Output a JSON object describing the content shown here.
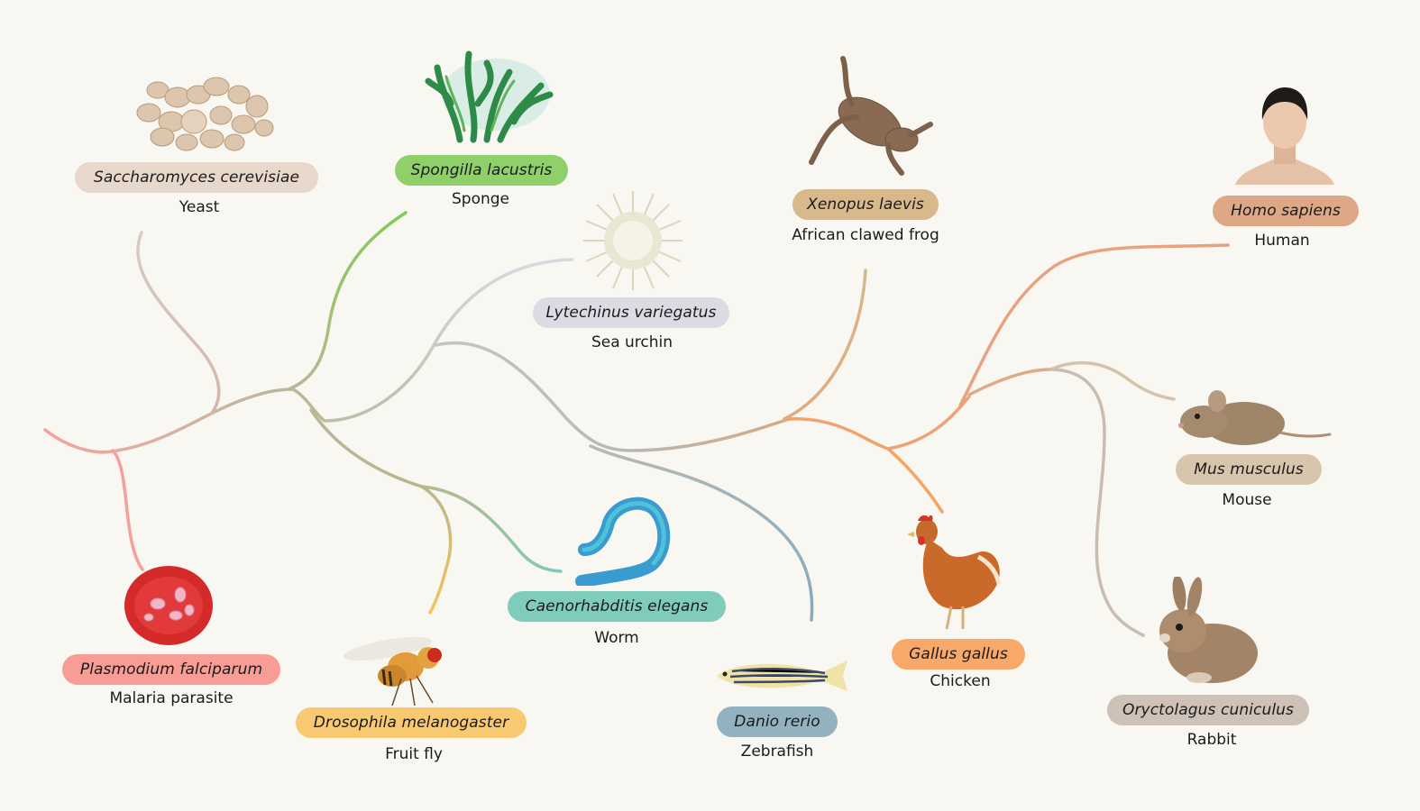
{
  "diagram": {
    "type": "phylogenetic-tree",
    "background": "#f9f7f2",
    "organisms": [
      {
        "id": "yeast",
        "scientific_name": "Saccharomyces cerevisiae",
        "common_name": "Yeast",
        "pill_color": "#e8d8cc",
        "icon": "yeast-cells-icon"
      },
      {
        "id": "sponge",
        "scientific_name": "Spongilla lacustris",
        "common_name": "Sponge",
        "pill_color": "#8fd06a",
        "icon": "sponge-icon"
      },
      {
        "id": "sea-urchin",
        "scientific_name": "Lytechinus variegatus",
        "common_name": "Sea urchin",
        "pill_color": "#dcdbe3",
        "icon": "sea-urchin-icon"
      },
      {
        "id": "frog",
        "scientific_name": "Xenopus laevis",
        "common_name": "African clawed frog",
        "pill_color": "#d8b98c",
        "icon": "frog-icon"
      },
      {
        "id": "human",
        "scientific_name": "Homo sapiens",
        "common_name": "Human",
        "pill_color": "#dea785",
        "icon": "human-icon"
      },
      {
        "id": "mouse",
        "scientific_name": "Mus musculus",
        "common_name": "Mouse",
        "pill_color": "#d8c6ac",
        "icon": "mouse-icon"
      },
      {
        "id": "rabbit",
        "scientific_name": "Oryctolagus cuniculus",
        "common_name": "Rabbit",
        "pill_color": "#cec2b8",
        "icon": "rabbit-icon"
      },
      {
        "id": "chicken",
        "scientific_name": "Gallus gallus",
        "common_name": "Chicken",
        "pill_color": "#f8a868",
        "icon": "chicken-icon"
      },
      {
        "id": "zebrafish",
        "scientific_name": "Danio rerio",
        "common_name": "Zebrafish",
        "pill_color": "#92b2c0",
        "icon": "zebrafish-icon"
      },
      {
        "id": "worm",
        "scientific_name": "Caenorhabditis elegans",
        "common_name": "Worm",
        "pill_color": "#7fcbbc",
        "icon": "worm-icon"
      },
      {
        "id": "fruit-fly",
        "scientific_name": "Drosophila melanogaster",
        "common_name": "Fruit fly",
        "pill_color": "#f8c970",
        "icon": "fruit-fly-icon"
      },
      {
        "id": "malaria",
        "scientific_name": "Plasmodium falciparum",
        "common_name": "Malaria parasite",
        "pill_color": "#f79d96",
        "icon": "malaria-parasite-icon"
      }
    ],
    "branch_colors": {
      "malaria": "#f4a09c",
      "yeast": "#d9bfb2",
      "sponge": "#84cc5a",
      "urchin": "#d3d3dc",
      "fly": "#f1c65e",
      "worm": "#82c9b8",
      "zebrafish": "#8aaebf",
      "frog": "#d6b88c",
      "chicken": "#f5a463",
      "human": "#e8a27f",
      "mouse": "#d6c2a8",
      "rabbit": "#cbbcaf"
    }
  }
}
